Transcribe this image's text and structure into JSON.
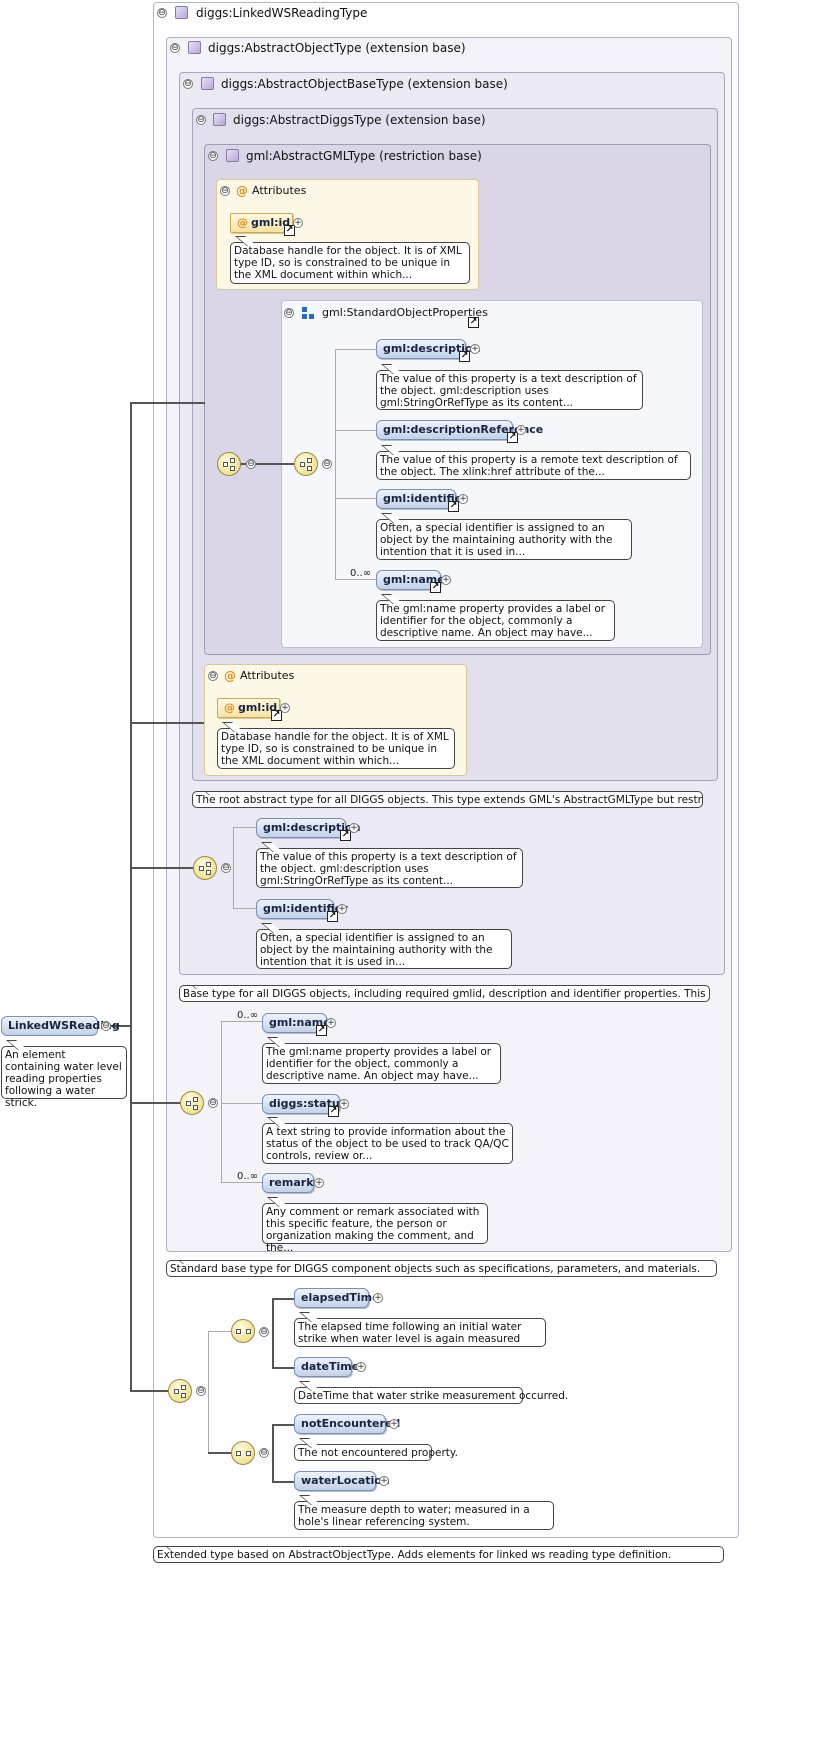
{
  "root": {
    "name": "LinkedWSReading",
    "doc": "An element containing water level reading properties following a water strick."
  },
  "types": {
    "t0": "diggs:LinkedWSReadingType",
    "t1": "diggs:AbstractObjectType (extension base)",
    "t2": "diggs:AbstractObjectBaseType (extension base)",
    "t3": "diggs:AbstractDiggsType (extension base)",
    "t4": "gml:AbstractGMLType (restriction base)"
  },
  "attributes_label": "Attributes",
  "gml_id": {
    "name": "gml:id",
    "doc": "Database handle for the object. It is of XML type ID, so is constrained to be unique in the XML document within which..."
  },
  "std_props": "gml:StandardObjectProperties",
  "gml_elements": {
    "description": {
      "name": "gml:description",
      "doc": "The value of this property is a text description of the object. gml:description uses gml:StringOrRefType as its content..."
    },
    "descriptionReference": {
      "name": "gml:descriptionReference",
      "doc": "The value of this property is a remote text description of the object. The xlink:href attribute of the..."
    },
    "identifier": {
      "name": "gml:identifier",
      "doc": "Often, a special identifier is assigned to an object by the maintaining authority with the intention that it is used in..."
    },
    "name": {
      "name": "gml:name",
      "doc": "The gml:name property provides a label or identifier for the object, commonly a descriptive name. An object may have..."
    }
  },
  "occurrence": "0..∞",
  "type_docs": {
    "diggs": "The root abstract type for all DIGGS objects. This type extends GML's AbstractGMLType but restricts it to require a...",
    "base": "Base type for all DIGGS objects, including required gmlid, description and identifier properties. This is the...",
    "object": "Standard base type for DIGGS component objects such as specifications, parameters, and materials.",
    "linked": "Extended type based on AbstractObjectType. Adds elements for linked ws reading type definition."
  },
  "diggs_status": {
    "name": "diggs:status",
    "doc": "A text string to provide information about the status of the object to be used to track QA/QC controls, review or..."
  },
  "remark": {
    "name": "remark",
    "doc": "Any comment or remark associated with this specific feature, the person or organization making the comment, and the..."
  },
  "elapsedTime": {
    "name": "elapsedTime",
    "doc": "The elapsed time following an initial water strike when water level is again measured"
  },
  "dateTime": {
    "name": "dateTime",
    "doc": "DateTime that water strike measurement occurred."
  },
  "notEncountered": {
    "name": "notEncountered",
    "doc": "The not encountered property."
  },
  "waterLocation": {
    "name": "waterLocation",
    "doc": "The measure depth to water; measured in a hole's linear referencing system."
  },
  "icons": {
    "collapse": "⊖",
    "expand": "+",
    "reference": "↗",
    "sequence": "sequence-compositor-icon",
    "choice": "choice-compositor-icon"
  },
  "colors": {
    "element_fill": "#c2d2ea",
    "attribute_fill": "#f6e2a6",
    "compositor_fill": "#e8d878"
  }
}
